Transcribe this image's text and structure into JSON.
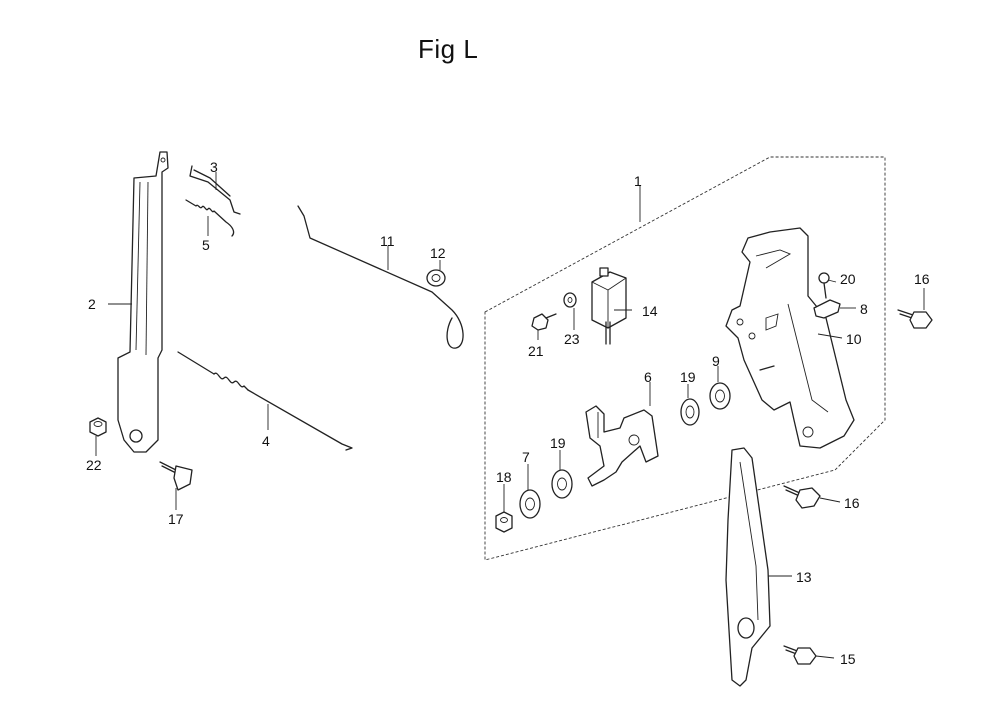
{
  "figure": {
    "title": "Fig L",
    "callouts": [
      "1",
      "2",
      "3",
      "4",
      "5",
      "6",
      "7",
      "8",
      "9",
      "10",
      "11",
      "12",
      "13",
      "14",
      "15",
      "16",
      "16",
      "17",
      "18",
      "19",
      "19",
      "20",
      "21",
      "22",
      "23"
    ]
  },
  "colors": {
    "ink": "#222222",
    "background": "#ffffff"
  }
}
